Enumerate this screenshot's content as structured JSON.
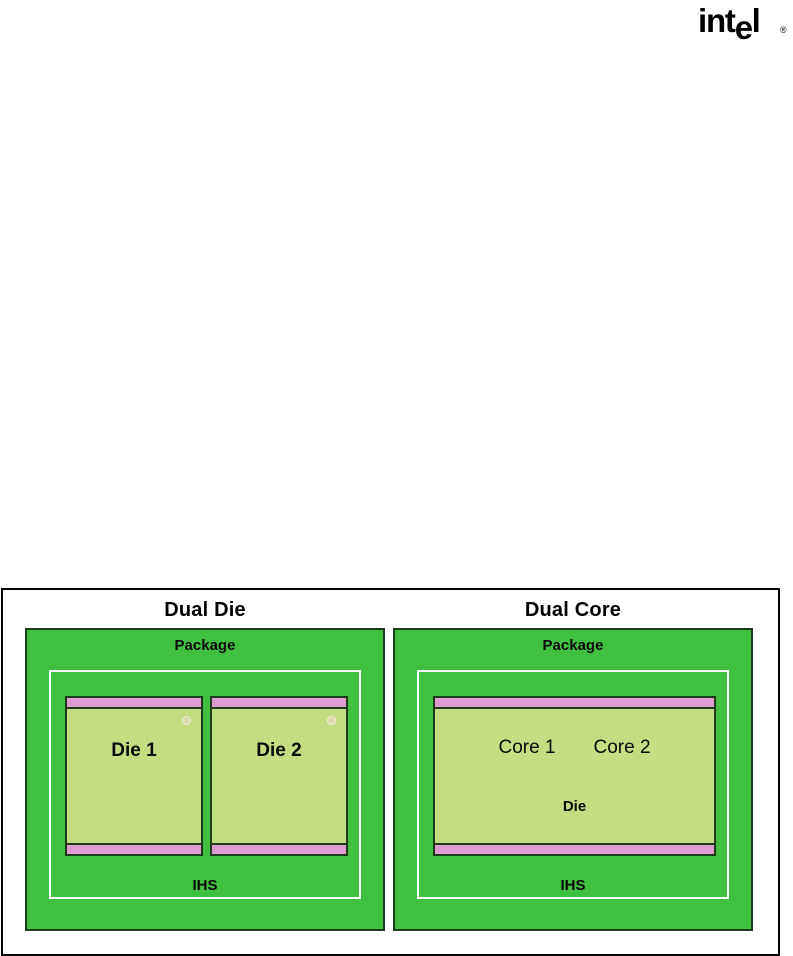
{
  "brand": {
    "logo_text_1": "int",
    "logo_text_e": "e",
    "logo_text_2": "l",
    "registered_symbol": "®"
  },
  "figure": {
    "panels": [
      {
        "title": "Dual Die",
        "package_label": "Package",
        "ihs_label": "IHS",
        "dies": [
          {
            "label": "Die 1",
            "has_marker": true
          },
          {
            "label": "Die 2",
            "has_marker": true
          }
        ]
      },
      {
        "title": "Dual Core",
        "package_label": "Package",
        "ihs_label": "IHS",
        "die_label": "Die",
        "cores": [
          {
            "label": "Core 1"
          },
          {
            "label": "Core 2"
          }
        ]
      }
    ]
  },
  "colors": {
    "package_green": "#3fc03f",
    "die_green": "#c3dd80",
    "bar_pink": "#dd9dd0",
    "outline_dark": "#1f3b1f",
    "ihs_border": "#ffffff",
    "text_black": "#000000",
    "marker": "#ded9a8"
  }
}
